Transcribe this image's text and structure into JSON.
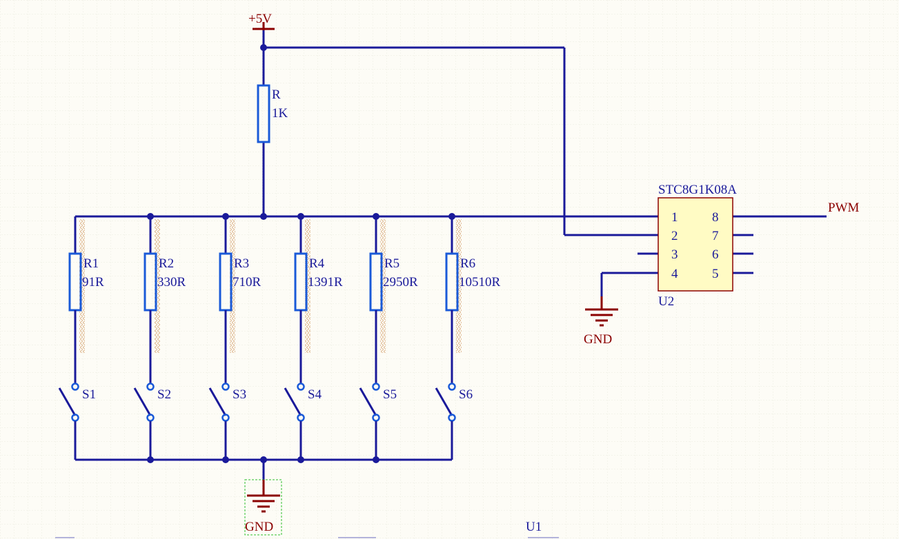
{
  "power": {
    "label": "+5V"
  },
  "pullup": {
    "ref": "R",
    "value": "1K"
  },
  "ladder": [
    {
      "ref": "R1",
      "value": "91R",
      "switch": "S1"
    },
    {
      "ref": "R2",
      "value": "330R",
      "switch": "S2"
    },
    {
      "ref": "R3",
      "value": "710R",
      "switch": "S3"
    },
    {
      "ref": "R4",
      "value": "1391R",
      "switch": "S4"
    },
    {
      "ref": "R5",
      "value": "2950R",
      "switch": "S5"
    },
    {
      "ref": "R6",
      "value": "10510R",
      "switch": "S6"
    }
  ],
  "ic": {
    "part": "STC8G1K08A",
    "ref": "U2",
    "pins_left": [
      "1",
      "2",
      "3",
      "4"
    ],
    "pins_right": [
      "8",
      "7",
      "6",
      "5"
    ]
  },
  "net_pwm": "PWM",
  "gnd_ic": "GND",
  "gnd_bottom": "GND",
  "partial_ref": "U1",
  "colors": {
    "wire": "#1a1a9a",
    "power": "#8b0000",
    "ic_fill": "#fffbc4",
    "ic_border": "#8b0000",
    "background": "#fdfcf6"
  }
}
